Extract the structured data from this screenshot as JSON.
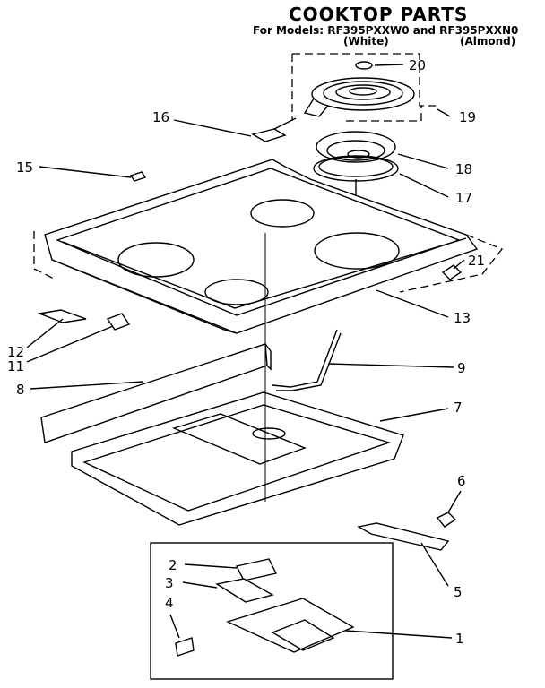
{
  "header": {
    "title": "COOKTOP PARTS",
    "models": "For Models: RF395PXXW0 and RF395PXXN0",
    "variant_white": "(White)",
    "variant_almond": "(Almond)"
  },
  "callouts": [
    "1",
    "2",
    "3",
    "4",
    "5",
    "6",
    "7",
    "8",
    "9",
    "11",
    "12",
    "13",
    "15",
    "16",
    "17",
    "18",
    "19",
    "20",
    "21"
  ]
}
